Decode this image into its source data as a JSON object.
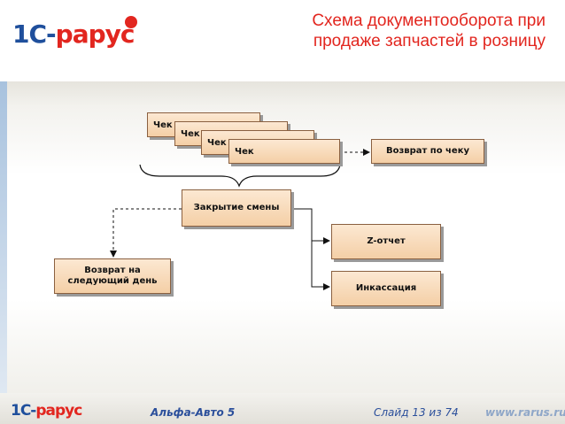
{
  "header": {
    "logo_text_1": "1С-",
    "logo_text_2": "рарус",
    "title": "Схема документооборота при продаже запчастей в розницу"
  },
  "diagram": {
    "receipts": [
      "Чек",
      "Чек",
      "Чек",
      "Чек"
    ],
    "return_by_receipt": "Возврат по чеку",
    "shift_close": "Закрытие смены",
    "z_report": "Z-отчет",
    "collection": "Инкассация",
    "return_next_day": "Возврат на следующий день"
  },
  "footer": {
    "logo_text_1": "1С-",
    "logo_text_2": "рарус",
    "product": "Альфа-Авто 5",
    "slide_label": "Слайд 13 из 74",
    "url": "www.rarus.ru"
  },
  "colors": {
    "accent_red": "#e2261f",
    "brand_blue": "#1f4f9c",
    "box_fill": "#f4cfa6"
  }
}
